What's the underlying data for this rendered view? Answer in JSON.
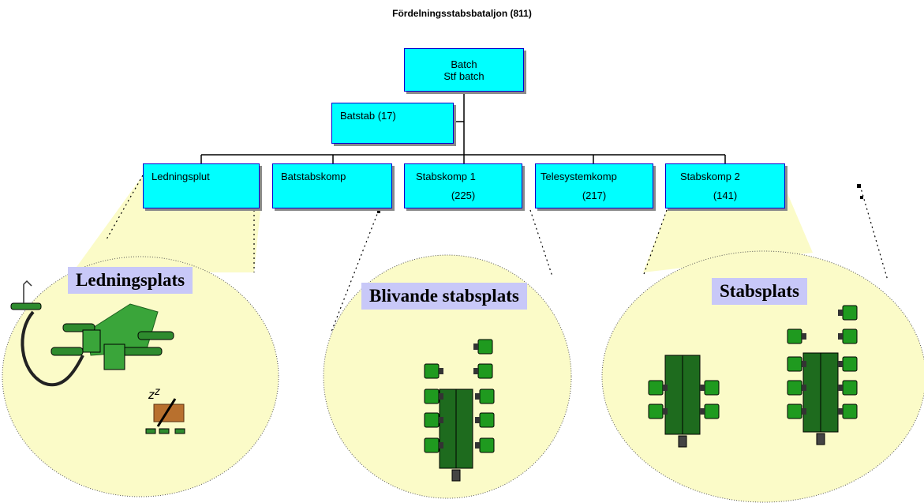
{
  "title": "Fördelningsstabsbataljon (811)",
  "root": {
    "line1": "Batch",
    "line2": "Stf batch"
  },
  "staff": {
    "label": "Batstab (17)"
  },
  "units": [
    {
      "name": "Ledningsplut",
      "count": ""
    },
    {
      "name": "Batstabskomp",
      "count": ""
    },
    {
      "name": "Stabskomp 1",
      "count": "(225)"
    },
    {
      "name": "Telesystemkomp",
      "count": "(217)"
    },
    {
      "name": "Stabskomp 2",
      "count": "(141)"
    }
  ],
  "sites": [
    {
      "label": "Ledningsplats"
    },
    {
      "label": "Blivande stabsplats"
    },
    {
      "label": "Stabsplats"
    }
  ],
  "colors": {
    "box_fill": "#00ffff",
    "box_border": "#0000cc",
    "ellipse_fill": "#fbfbc8",
    "label_bg": "#c8c8f8",
    "vehicle_green": "#2e8b2e"
  }
}
